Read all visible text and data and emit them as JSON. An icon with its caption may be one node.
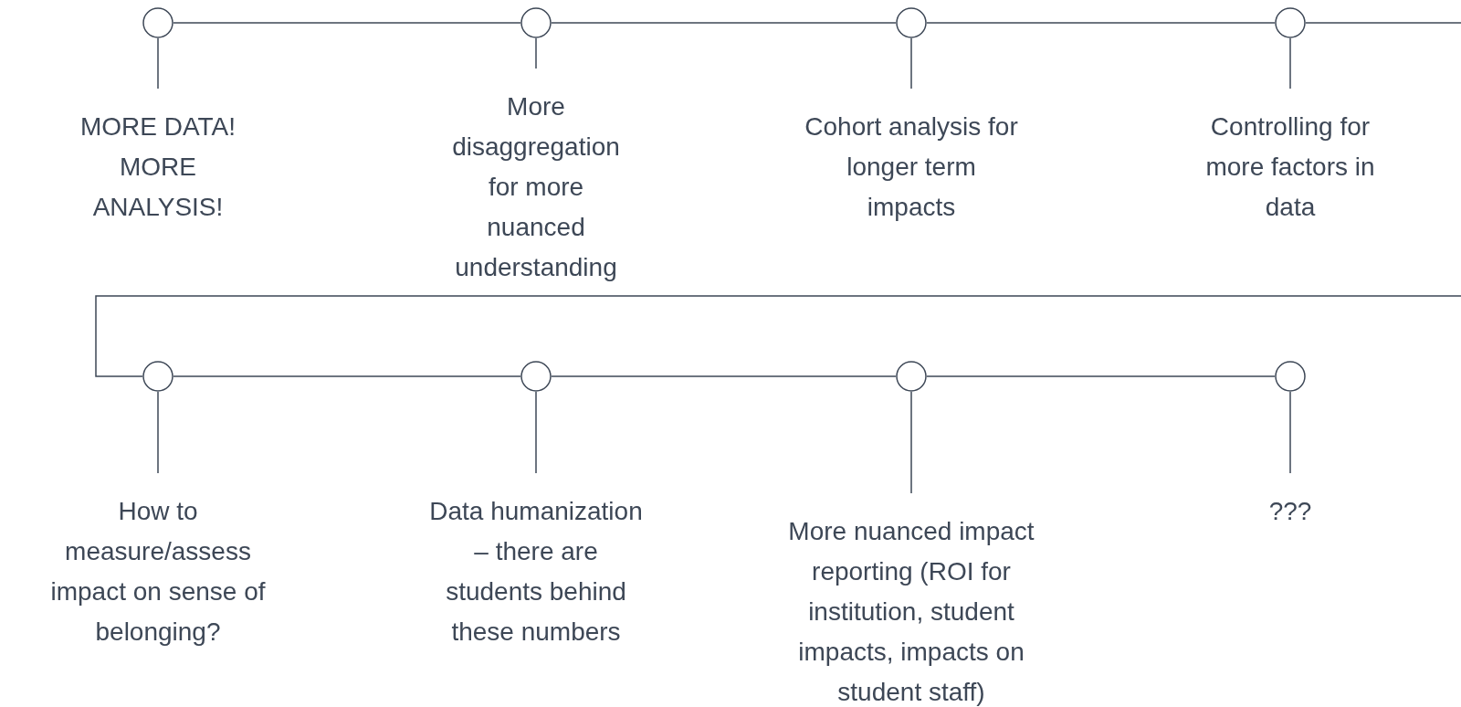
{
  "diagram": {
    "nodes": [
      {
        "text": [],
        "shape": "circle"
      },
      {
        "text": [
          "MORE DATA! MORE ANALYSIS!"
        ]
      },
      {
        "text": [],
        "shape": "circle"
      },
      {
        "text": [
          "More disaggregation for more nuanced understanding"
        ]
      },
      {
        "text": [],
        "shape": "circle"
      },
      {
        "text": [
          "Cohort analysis for longer term impacts"
        ]
      },
      {
        "text": [],
        "shape": "circle"
      },
      {
        "text": [
          "Controlling for more factors in data"
        ]
      },
      {
        "text": [],
        "shape": "circle"
      },
      {
        "text": [
          "How to measure/assess impact on sense of belonging?"
        ]
      },
      {
        "text": [],
        "shape": "circle"
      },
      {
        "text": [
          "Data humanization – there are students behind these numbers"
        ]
      },
      {
        "text": [],
        "shape": "circle"
      },
      {
        "text": [
          "More nuanced impact reporting (ROI for institution, student impacts, impacts on student staff)"
        ]
      },
      {
        "text": [],
        "shape": "circle"
      },
      {
        "text": [
          "???"
        ]
      }
    ],
    "edges": [
      {
        "from": 0,
        "to": 1,
        "arrow": "none"
      },
      {
        "from": 2,
        "to": 3,
        "arrow": "none"
      },
      {
        "from": 4,
        "to": 5,
        "arrow": "none"
      },
      {
        "from": 6,
        "to": 7,
        "arrow": "none"
      },
      {
        "from": 8,
        "to": 9,
        "arrow": "none"
      },
      {
        "from": 10,
        "to": 11,
        "arrow": "none"
      },
      {
        "from": 12,
        "to": 13,
        "arrow": "none"
      },
      {
        "from": 14,
        "to": 15,
        "arrow": "none"
      },
      {
        "from": 0,
        "to": 2,
        "arrow": "none"
      },
      {
        "from": 2,
        "to": 4,
        "arrow": "none"
      },
      {
        "from": 4,
        "to": 6,
        "arrow": "none"
      },
      {
        "from": 6,
        "to": null,
        "arrow": "none"
      },
      {
        "from": null,
        "to": 8,
        "arrow": "none"
      },
      {
        "from": 8,
        "to": 10,
        "arrow": "none"
      },
      {
        "from": 10,
        "to": 12,
        "arrow": "none"
      },
      {
        "from": 12,
        "to": 14,
        "arrow": "none"
      }
    ]
  }
}
